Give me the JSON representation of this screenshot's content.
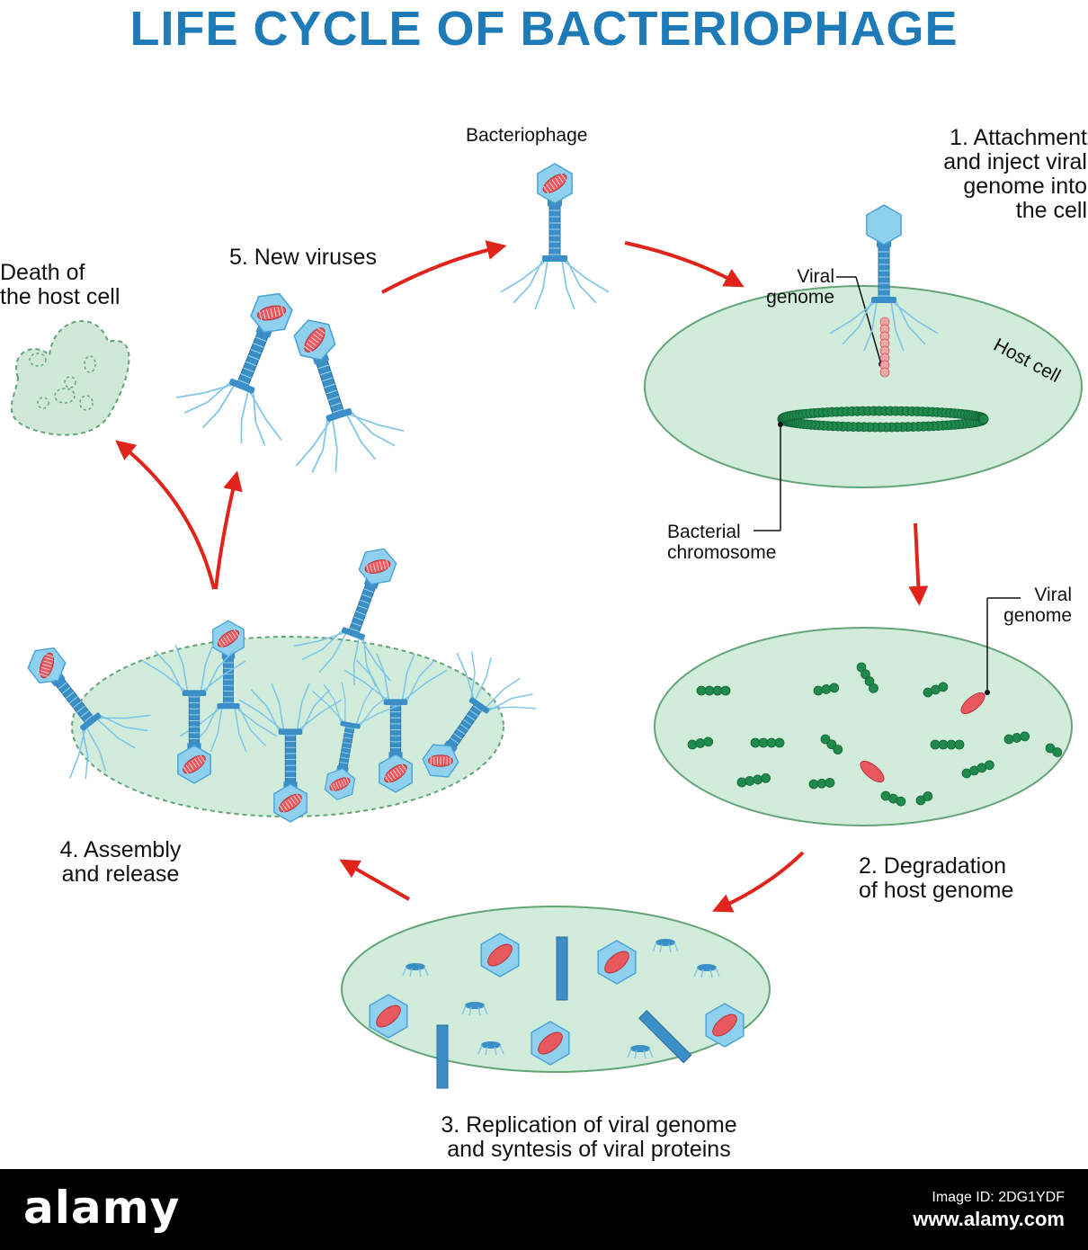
{
  "title": "LIFE CYCLE OF BACTERIOPHAGE",
  "colors": {
    "title": "#1f7ab8",
    "arrow": "#e0231b",
    "cell_fill": "#d2ecdc",
    "cell_stroke": "#64a478",
    "phage_head": "#8fd0ef",
    "phage_tail": "#3b8fc6",
    "viral_dna": "#e8595f",
    "bacterial_dna": "#1f8a4c"
  },
  "labels": {
    "bacteriophage": "Bacteriophage",
    "step1": [
      "1. Attachment",
      "and inject viral",
      "genome into",
      "the cell"
    ],
    "viral_genome_1": [
      "Viral",
      "genome"
    ],
    "host_cell": "Host cell",
    "bacterial_chromosome": [
      "Bacterial",
      "chromosome"
    ],
    "viral_genome_2": [
      "Viral",
      "genome"
    ],
    "step2": [
      "2. Degradation",
      "of host genome"
    ],
    "step3": [
      "3. Replication of viral genome",
      "and syntesis of viral proteins"
    ],
    "step4": [
      "4. Assembly",
      "and release"
    ],
    "step5": "5. New viruses",
    "death": [
      "Death of",
      "the host cell"
    ]
  },
  "footer": {
    "brand": "alamy",
    "image_id": "Image ID: 2DG1YDF",
    "url": "www.alamy.com"
  }
}
